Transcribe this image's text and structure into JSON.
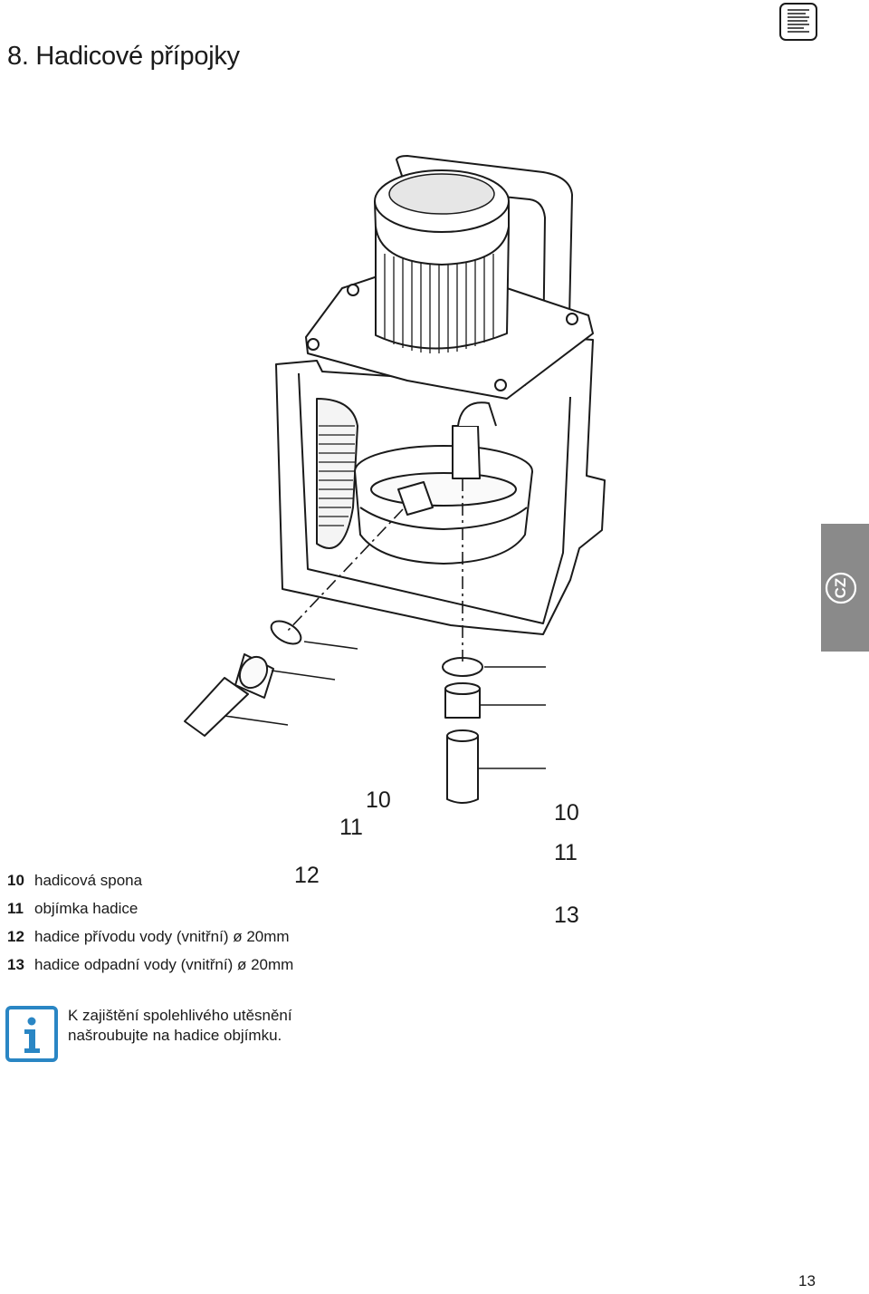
{
  "page": {
    "title": "8. Hadicové přípojky",
    "language_tab": "CZ",
    "page_number": "13"
  },
  "figure": {
    "callouts": {
      "left_10": "10",
      "left_11": "11",
      "left_12": "12",
      "right_10": "10",
      "right_11": "11",
      "right_13": "13"
    }
  },
  "legend": [
    {
      "num": "10",
      "text": "hadicová spona"
    },
    {
      "num": "11",
      "text": "objímka hadice"
    },
    {
      "num": "12",
      "text": "hadice přívodu vody (vnitřní) ø 20mm"
    },
    {
      "num": "13",
      "text": "hadice odpadní vody (vnitřní) ø 20mm"
    }
  ],
  "note": {
    "icon": "info-icon",
    "line1": "K zajištění spolehlivého utěsnění",
    "line2": "našroubujte na hadice objímku."
  },
  "colors": {
    "text": "#1a1a1a",
    "tab_gray": "#8a8a8a",
    "info_blue": "#2a86c4"
  }
}
